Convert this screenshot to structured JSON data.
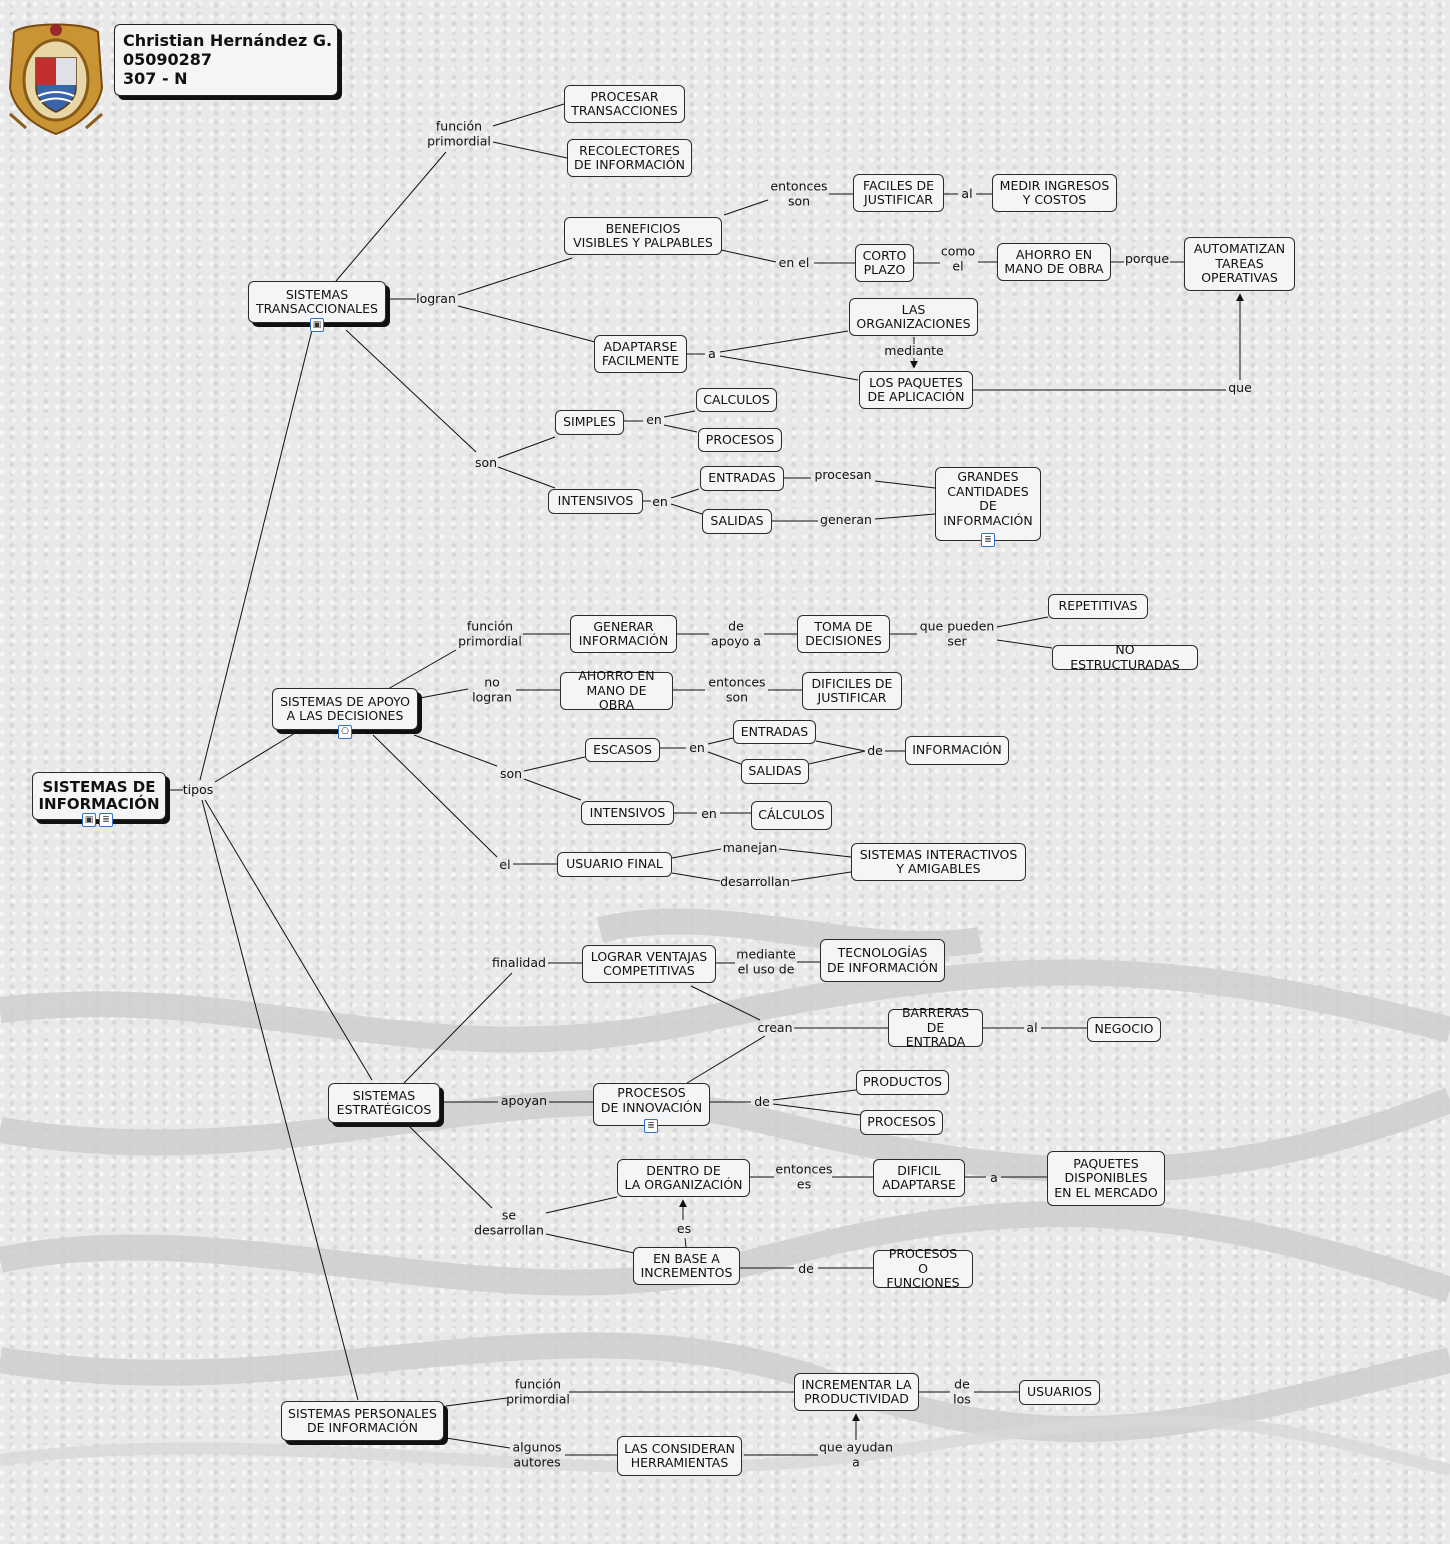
{
  "author": {
    "name": "Christian Hernández G.",
    "code": "05090287",
    "section": "307 - N"
  },
  "nodes": {
    "root": "SISTEMAS DE\nINFORMACIÓN",
    "st": "SISTEMAS\nTRANSACCIONALES",
    "procesar": "PROCESAR\nTRANSACCIONES",
    "recolect": "RECOLECTORES\nDE INFORMACIÓN",
    "beneficios": "BENEFICIOS\nVISIBLES Y PALPABLES",
    "faciles": "FACILES DE\nJUSTIFICAR",
    "medir": "MEDIR INGRESOS\nY COSTOS",
    "corto": "CORTO\nPLAZO",
    "ahorro1": "AHORRO EN\nMANO DE OBRA",
    "automat": "AUTOMATIZAN\nTAREAS\nOPERATIVAS",
    "orgs": "LAS\nORGANIZACIONES",
    "adaptarse": "ADAPTARSE\nFACILMENTE",
    "paquetes": "LOS PAQUETES\nDE APLICACIÓN",
    "simples": "SIMPLES",
    "calculos1": "CALCULOS",
    "procesos1": "PROCESOS",
    "intensivos1": "INTENSIVOS",
    "entradas1": "ENTRADAS",
    "salidas1": "SALIDAS",
    "grandes": "GRANDES\nCANTIDADES\nDE\nINFORMACIÓN",
    "sad": "SISTEMAS DE APOYO\nA LAS DECISIONES",
    "generar": "GENERAR\nINFORMACIÓN",
    "toma": "TOMA DE\nDECISIONES",
    "repetitivas": "REPETITIVAS",
    "noestruct": "NO ESTRUCTURADAS",
    "ahorro2": "AHORRO EN\nMANO DE OBRA",
    "dificiles": "DIFICILES DE\nJUSTIFICAR",
    "escasos": "ESCASOS",
    "entradas2": "ENTRADAS",
    "salidas2": "SALIDAS",
    "informacion": "INFORMACIÓN",
    "intensivos2": "INTENSIVOS",
    "calculos2": "CÁLCULOS",
    "usuario": "USUARIO FINAL",
    "interactivos": "SISTEMAS INTERACTIVOS\nY AMIGABLES",
    "se": "SISTEMAS\nESTRATÉGICOS",
    "lograr": "LOGRAR VENTAJAS\nCOMPETITIVAS",
    "tecnol": "TECNOLOGÍAS\nDE INFORMACIÓN",
    "barreras": "BARRERAS\nDE ENTRADA",
    "negocio": "NEGOCIO",
    "procinnov": "PROCESOS\nDE INNOVACIÓN",
    "productos": "PRODUCTOS",
    "procesos2": "PROCESOS",
    "dentro": "DENTRO DE\nLA ORGANIZACIÓN",
    "dificil": "DIFICIL\nADAPTARSE",
    "paqdisp": "PAQUETES\nDISPONIBLES\nEN EL MERCADO",
    "enbase": "EN BASE A\nINCREMENTOS",
    "procfunc": "PROCESOS\nO FUNCIONES",
    "sp": "SISTEMAS PERSONALES\nDE INFORMACIÓN",
    "incrementar": "INCREMENTAR LA\nPRODUCTIVIDAD",
    "usuarios": "USUARIOS",
    "consideran": "LAS CONSIDERAN\nHERRAMIENTAS"
  },
  "labels": {
    "tipos": "tipos",
    "fp1": "función\nprimordial",
    "logran": "logran",
    "entonces1": "entonces\nson",
    "al1": "al",
    "enel": "en el",
    "comoel": "como\nel",
    "porque": "porque",
    "a1": "a",
    "mediante1": "mediante",
    "que1": "que",
    "son1": "son",
    "en1": "en",
    "en2": "en",
    "procesan": "procesan",
    "generan": "generan",
    "fp2": "función\nprimordial",
    "deapoyo": "de\napoyo a",
    "quepueden": "que pueden\nser",
    "nologran": "no\nlogran",
    "entonces2": "entonces\nson",
    "son2": "son",
    "en3": "en",
    "de1": "de",
    "en4": "en",
    "el": "el",
    "manejan": "manejan",
    "desarrollan": "desarrollan",
    "finalidad": "finalidad",
    "medianteuso": "mediante\nel uso de",
    "crean": "crean",
    "al2": "al",
    "apoyan": "apoyan",
    "de2": "de",
    "sedesarrollan": "se\ndesarrollan",
    "entonces3": "entonces\nes",
    "a2": "a",
    "es": "es",
    "de3": "de",
    "fp3": "función\nprimordial",
    "delos": "de\nlos",
    "algunos": "algunos\nautores",
    "queayudan": "que ayudan\na"
  },
  "colors": {
    "border": "#2b2b2b",
    "node_bg": "#f3f5f6",
    "line": "#111111",
    "resource": "#3070c8",
    "background": "#e9e9e9"
  }
}
